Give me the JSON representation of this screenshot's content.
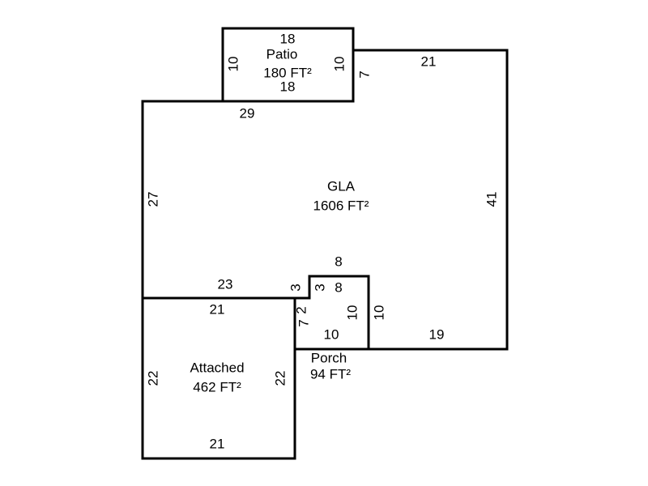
{
  "areas": {
    "patio": {
      "name": "Patio",
      "area": "180 FT²",
      "dims": [
        "18",
        "10",
        "10",
        "18"
      ]
    },
    "gla": {
      "name": "GLA",
      "area": "1606 FT²",
      "dims": [
        "29",
        "21",
        "7",
        "27",
        "41",
        "23",
        "3",
        "8",
        "10",
        "19"
      ]
    },
    "attached": {
      "name": "Attached",
      "area": "462 FT²",
      "dims": [
        "21",
        "22",
        "22",
        "21"
      ]
    },
    "porch": {
      "name": "Porch",
      "area": "94 FT²",
      "dims": [
        "3",
        "8",
        "2",
        "7",
        "10",
        "10"
      ]
    }
  }
}
